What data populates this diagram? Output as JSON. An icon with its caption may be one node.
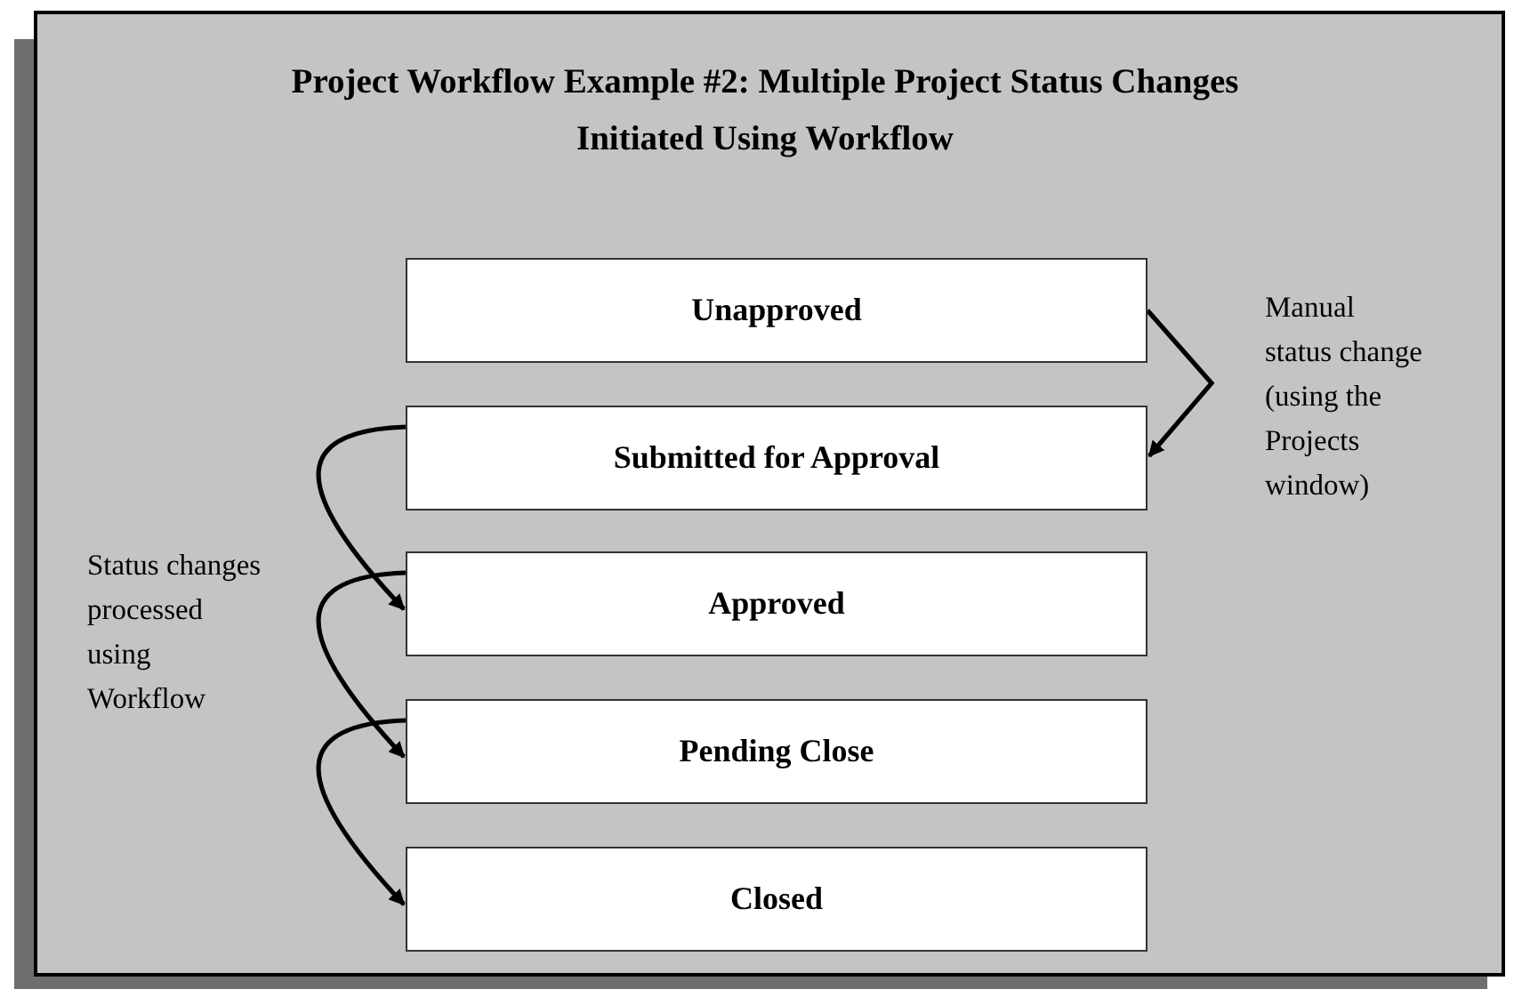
{
  "diagram": {
    "title": "Project Workflow Example #2: Multiple Project Status Changes Initiated Using Workflow",
    "nodes": [
      {
        "text": [
          "Unapproved"
        ]
      },
      {
        "text": [
          "Submitted for Approval"
        ]
      },
      {
        "text": [
          "Approved"
        ]
      },
      {
        "text": [
          "Pending Close"
        ]
      },
      {
        "text": [
          "Closed"
        ]
      }
    ],
    "edges": [
      {
        "from": 0,
        "to": 1,
        "arrow": "to"
      },
      {
        "from": 1,
        "to": 2,
        "arrow": "to"
      },
      {
        "from": 2,
        "to": 3,
        "arrow": "to"
      },
      {
        "from": 3,
        "to": 4,
        "arrow": "to"
      }
    ],
    "labels": [
      "Manual status change (using the Projects window)",
      "Status changes processed using Workflow"
    ]
  }
}
